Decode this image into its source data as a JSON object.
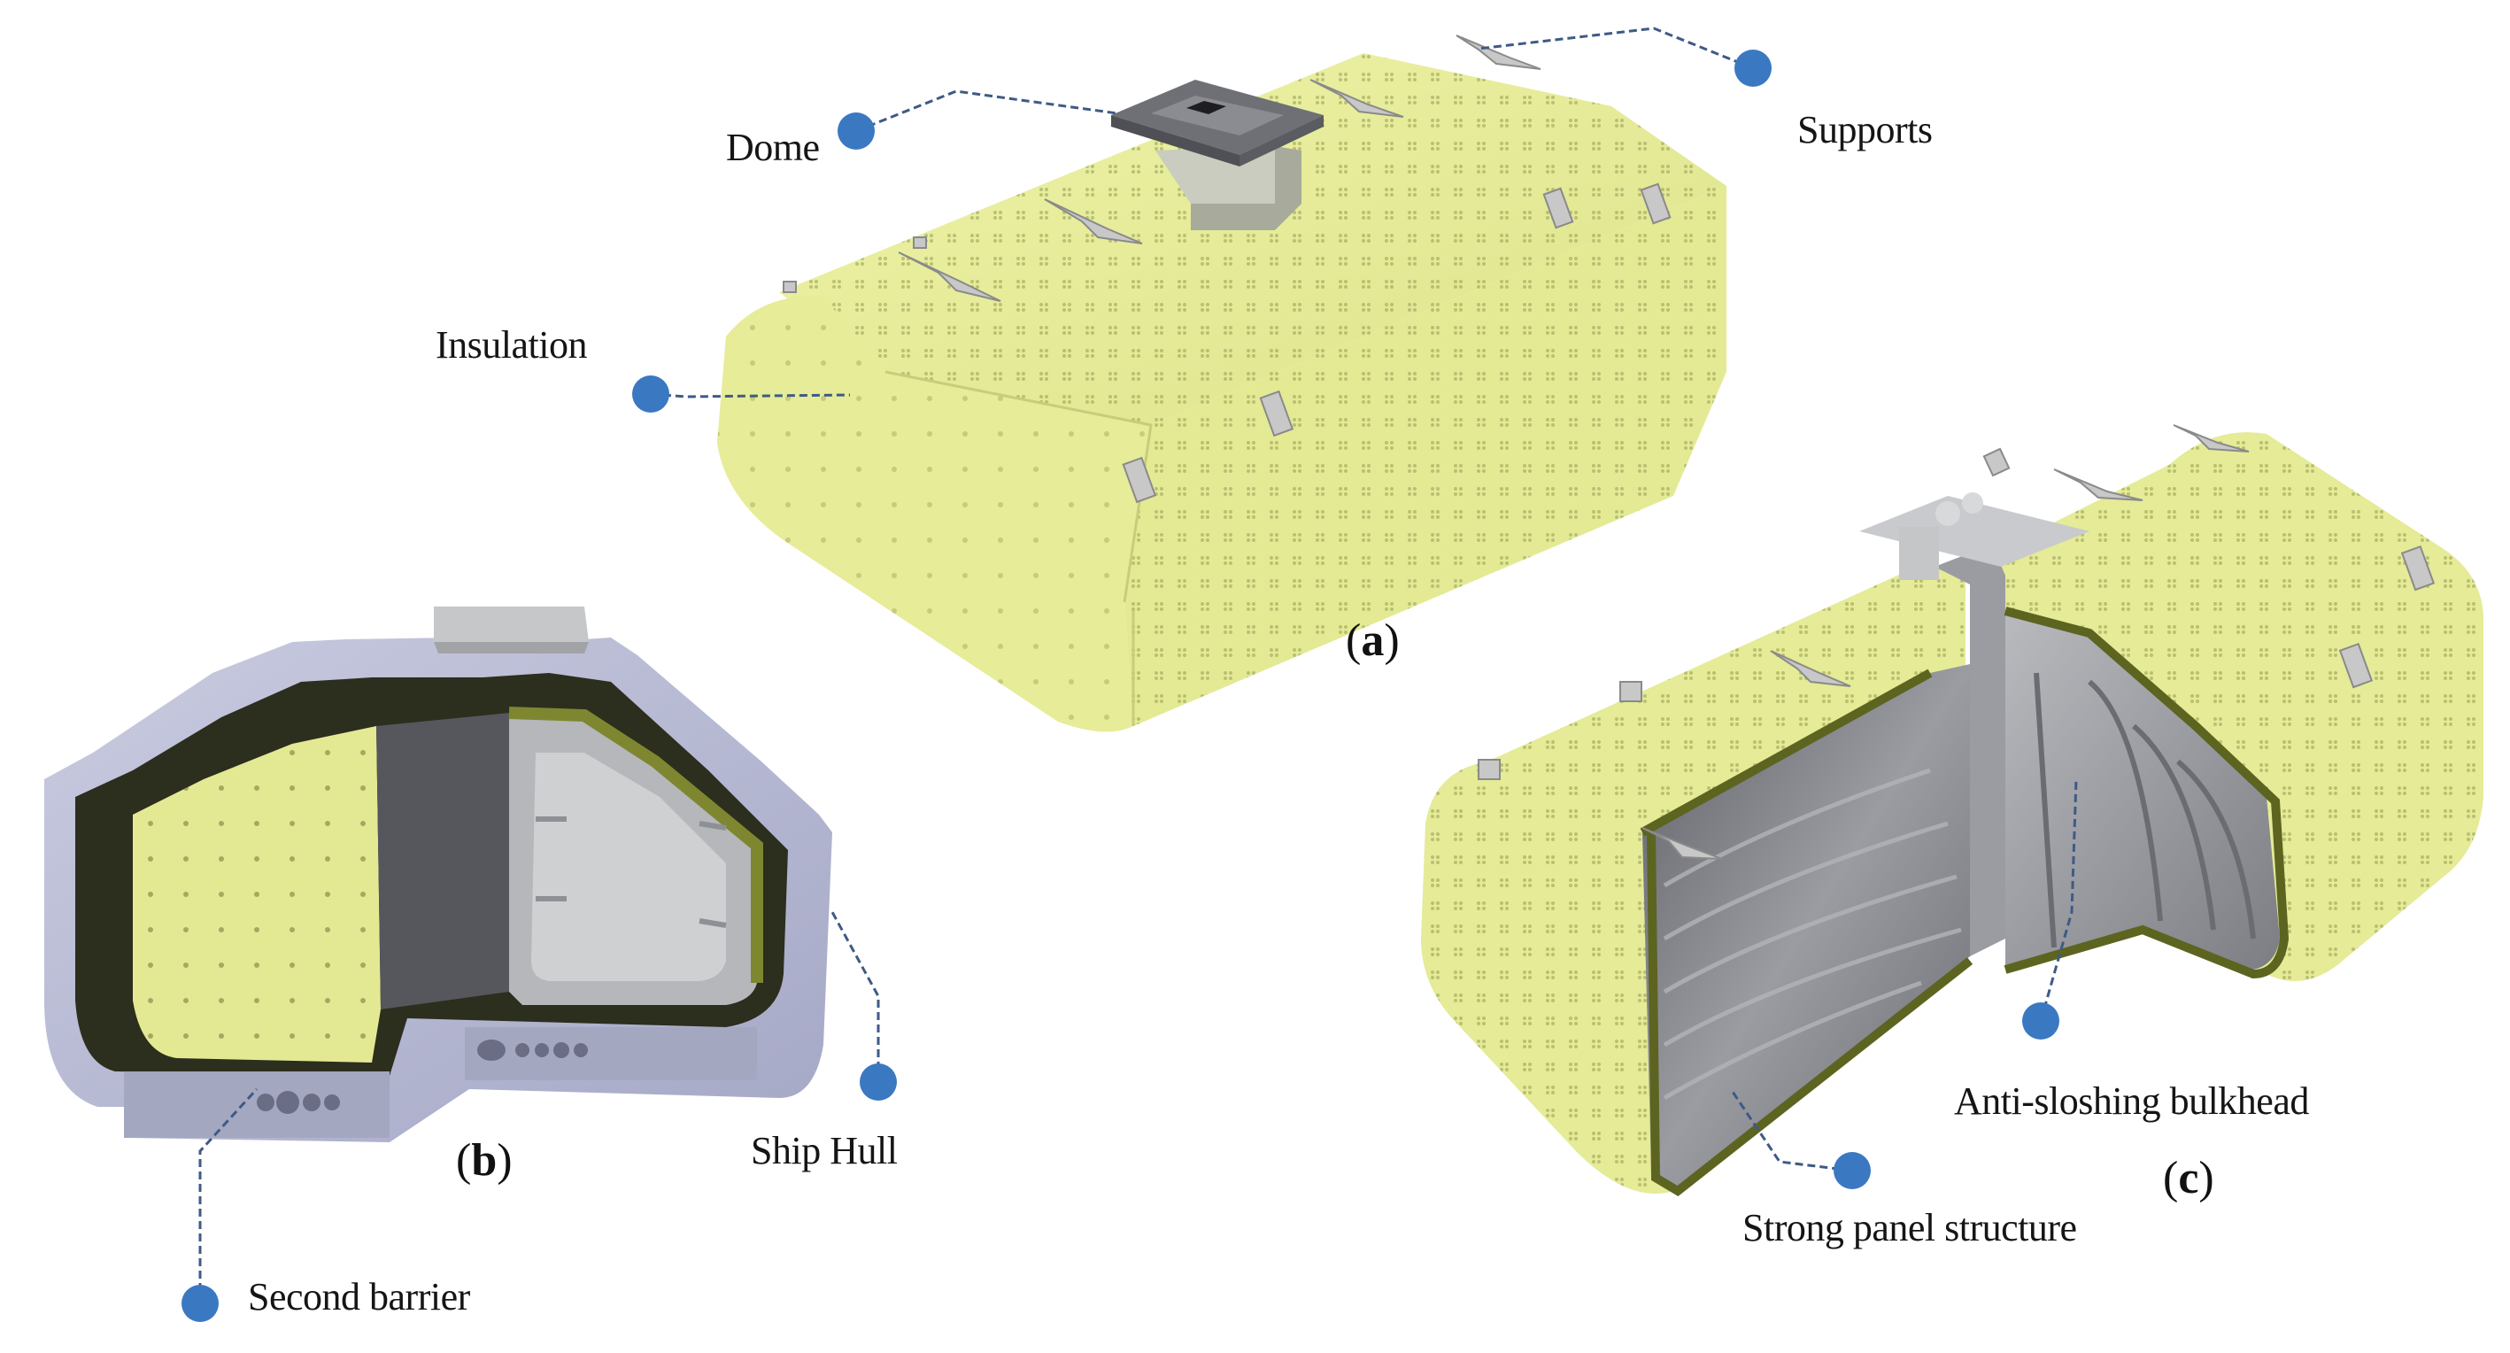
{
  "figure": {
    "description": "Three views of an LNG cargo tank: (a) insulated tank exterior, (b) tank in ship hull cross-section, (c) cutaway of internal structure",
    "colors": {
      "insulation_yellow": "#E8EE9A",
      "insulation_shadow": "#C9D07A",
      "callout_blue": "#3A78C2",
      "leader_line": "#3E5A86",
      "hull_lilac": "#B9BCD6",
      "steel_gray": "#8E9096",
      "edge_olive": "#5C6420"
    },
    "panels": [
      {
        "id": "a",
        "tag_open": "(",
        "tag_letter": "a",
        "tag_close": ")"
      },
      {
        "id": "b",
        "tag_open": "(",
        "tag_letter": "b",
        "tag_close": ")"
      },
      {
        "id": "c",
        "tag_open": "(",
        "tag_letter": "c",
        "tag_close": ")"
      }
    ],
    "callouts": {
      "dome": "Dome",
      "supports": "Supports",
      "insulation": "Insulation",
      "ship_hull": "Ship Hull",
      "second_barrier": "Second barrier",
      "anti_sloshing_bulkhead": "Anti-sloshing bulkhead",
      "strong_panel_structure": "Strong panel structure"
    }
  }
}
